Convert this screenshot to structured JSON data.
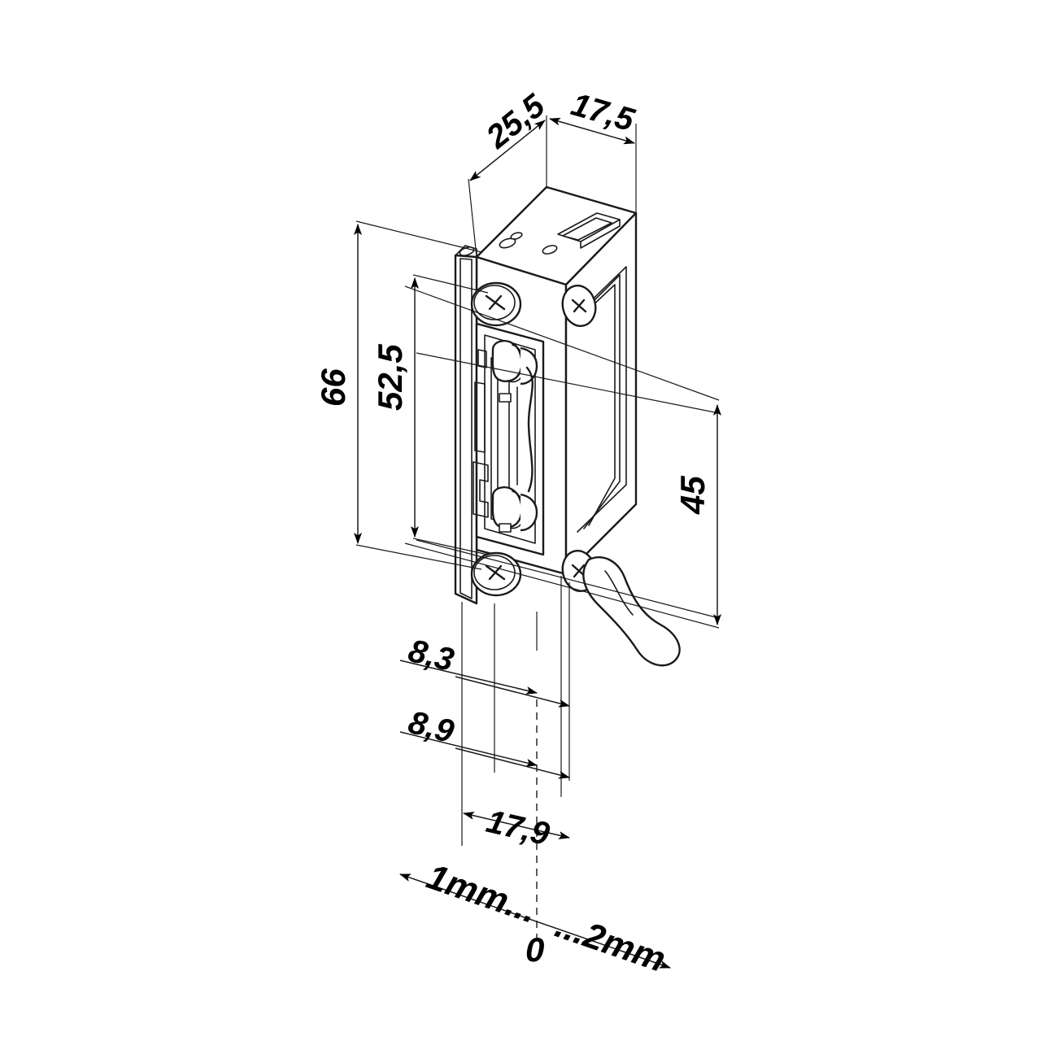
{
  "drawing": {
    "kind": "technical-line-drawing",
    "subject": "electric door strike isometric dimensioned drawing",
    "units_note": "millimetres",
    "background_color": "#ffffff",
    "line_color": "#1a1a1a"
  },
  "dimensions": {
    "depth_total": "25,5",
    "width_front": "17,5",
    "height_overall": "66",
    "height_inner": "52,5",
    "height_side": "45",
    "offset_upper": "8,3",
    "offset_lower": "8,9",
    "width_bottom": "17,9"
  },
  "scale_bar": {
    "left_label": "1mm",
    "dots_left": "...",
    "right_label": "2mm",
    "dots_right": "...",
    "zero_label": "0",
    "left_combined": "1mm...",
    "right_combined": "...2mm"
  }
}
